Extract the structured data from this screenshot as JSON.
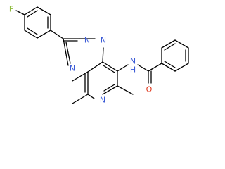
{
  "molecule": {
    "atoms": [
      {
        "id": "F",
        "label": "F",
        "color": "#8fbc3f"
      },
      {
        "id": "N1",
        "label": "N",
        "color": "#3b5bd6"
      },
      {
        "id": "N2",
        "label": "N",
        "color": "#3b5bd6"
      },
      {
        "id": "N4",
        "label": "N",
        "color": "#3b5bd6"
      },
      {
        "id": "N6",
        "label": "N",
        "color": "#3b5bd6"
      },
      {
        "id": "NH",
        "label": "N",
        "color": "#3b5bd6",
        "sub": "H"
      },
      {
        "id": "O",
        "label": "O",
        "color": "#e0351a"
      }
    ]
  }
}
